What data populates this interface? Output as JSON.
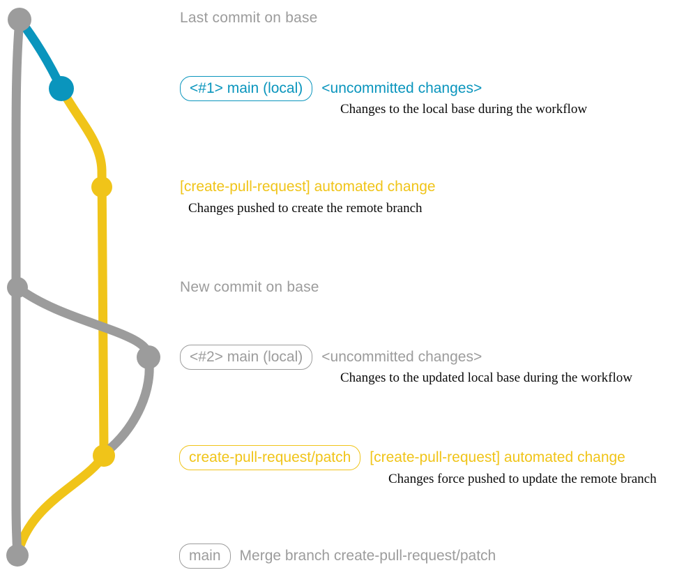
{
  "colors": {
    "gray": "#9c9c9c",
    "blue": "#0a95bd",
    "yellow": "#f0c419",
    "caption_text": "#0a0a0a",
    "background": "#ffffff"
  },
  "graph": {
    "branches": [
      {
        "name": "base-branch",
        "color": "#9c9c9c"
      },
      {
        "name": "local-main-branch",
        "color": "#0a95bd"
      },
      {
        "name": "create-pull-request-patch-branch",
        "color": "#f0c419"
      }
    ],
    "commit_dots": [
      {
        "name": "last-commit-on-base",
        "color": "#9c9c9c"
      },
      {
        "name": "local-main-1",
        "color": "#0a95bd"
      },
      {
        "name": "automated-change-1",
        "color": "#f0c419"
      },
      {
        "name": "new-commit-on-base",
        "color": "#9c9c9c"
      },
      {
        "name": "local-main-2",
        "color": "#9c9c9c"
      },
      {
        "name": "automated-change-2",
        "color": "#f0c419"
      },
      {
        "name": "merge-commit",
        "color": "#9c9c9c"
      }
    ]
  },
  "annotations": {
    "last_commit": "Last commit on base",
    "new_commit": "New commit on base"
  },
  "rows": {
    "row1": {
      "badge": "<#1> main (local)",
      "title": "<uncommitted changes>",
      "caption": "Changes to the local base during the workflow"
    },
    "row2": {
      "title": "[create-pull-request] automated change",
      "caption": "Changes pushed to create the remote branch"
    },
    "row3": {
      "badge": "<#2> main (local)",
      "title": "<uncommitted changes>",
      "caption": "Changes to the updated local base during the workflow"
    },
    "row4": {
      "badge": "create-pull-request/patch",
      "title": "[create-pull-request] automated change",
      "caption": "Changes force pushed to update the remote branch"
    },
    "row5": {
      "badge": "main",
      "title": "Merge branch create-pull-request/patch"
    }
  }
}
